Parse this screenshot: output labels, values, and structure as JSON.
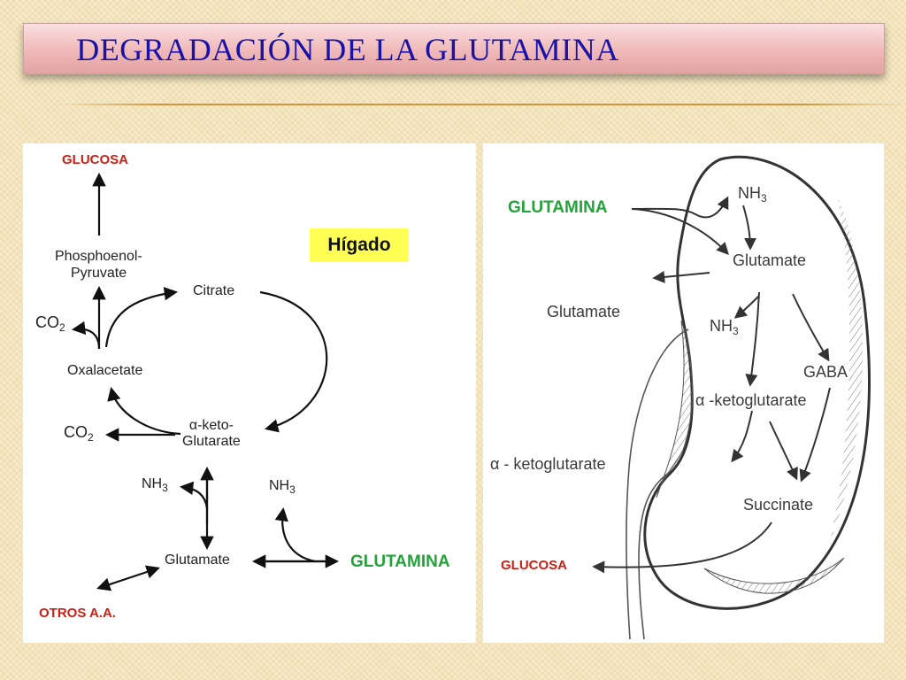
{
  "slide": {
    "title": "DEGRADACIÓN DE  LA GLUTAMINA",
    "accent_colors": {
      "title_text": "#1a12a6",
      "title_box": "#f0b8b8",
      "red_labels": "#cc1f14",
      "green_labels": "#23a33a",
      "highlight": "#ffff55"
    }
  },
  "liver_diagram": {
    "glucosa": "GLUCOSA",
    "phosphoenol_line1": "Phosphoenol-",
    "phosphoenol_line2": "Pyruvate",
    "co2_top_main": "CO",
    "co2_top_sub": "2",
    "citrate": "Citrate",
    "oxalacetate": "Oxalacetate",
    "co2_bottom_main": "CO",
    "co2_bottom_sub": "2",
    "aketo_line1": "α-keto-",
    "aketo_line2": "Glutarate",
    "nh3_left_main": "NH",
    "nh3_left_sub": "3",
    "nh3_right_main": "NH",
    "nh3_right_sub": "3",
    "glutamate": "Glutamate",
    "glutamina": "GLUTAMINA",
    "otros": "OTROS A.A.",
    "organ": "Hígado"
  },
  "kidney_diagram": {
    "glutamina": "GLUTAMINA",
    "nh3_top_main": "NH",
    "nh3_top_sub": "3",
    "glutamate_inner": "Glutamate",
    "glutamate_outer": "Glutamate",
    "nh3_mid_main": "NH",
    "nh3_mid_sub": "3",
    "gaba": "GABA",
    "aketo_inner": "α -ketoglutarate",
    "aketo_outer": "α -  ketoglutarate",
    "succinate": "Succinate",
    "glucosa": "GLUCOSA"
  }
}
